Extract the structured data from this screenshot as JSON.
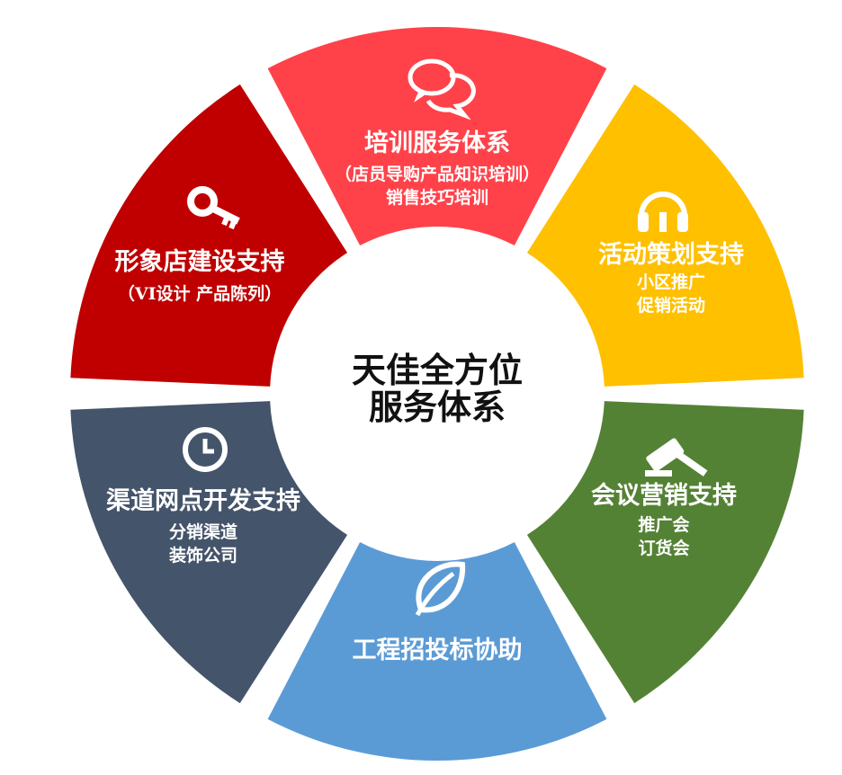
{
  "center": {
    "line1": "天佳全方位",
    "line2": "服务体系"
  },
  "segments": [
    {
      "id": "training",
      "title": "培训服务体系",
      "subtitle": [
        "（店员导购产品知识培训）",
        "销售技巧培训"
      ],
      "color": "#FF424A",
      "icon": "speech-bubbles-icon"
    },
    {
      "id": "event",
      "title": "活动策划支持",
      "subtitle": [
        "小区推广",
        "促销活动"
      ],
      "color": "#FFC000",
      "icon": "headphones-icon"
    },
    {
      "id": "meeting",
      "title": "会议营销支持",
      "subtitle": [
        "推广会",
        "订货会"
      ],
      "color": "#548235",
      "icon": "gavel-icon"
    },
    {
      "id": "project",
      "title": "工程招投标协助",
      "subtitle": [],
      "color": "#5B9BD5",
      "icon": "leaf-icon"
    },
    {
      "id": "channel",
      "title": "渠道网点开发支持",
      "subtitle": [
        "分销渠道",
        "装饰公司"
      ],
      "color": "#44546A",
      "icon": "clock-icon"
    },
    {
      "id": "store",
      "title": "形象店建设支持",
      "subtitle": [
        "（VI设计  产品陈列）"
      ],
      "color": "#C00000",
      "icon": "key-icon"
    }
  ]
}
